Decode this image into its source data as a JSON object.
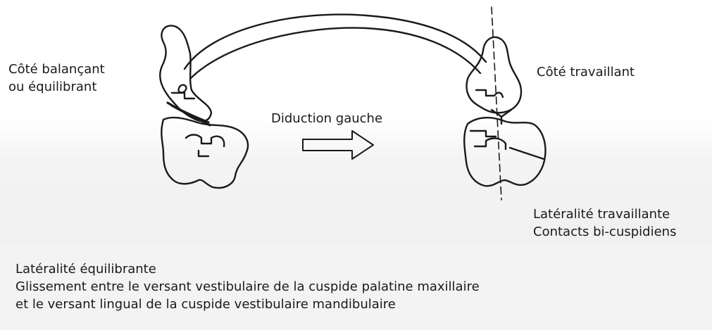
{
  "labels": {
    "balancing_side": [
      "Côté balançant",
      "ou équilibrant"
    ],
    "working_side": "Côté travaillant",
    "movement": "Diduction gauche",
    "working_laterality": [
      "Latéralité travaillante",
      "Contacts bi-cuspidiens"
    ],
    "balancing_laterality": [
      "Latéralité équilibrante",
      "Glissement entre le versant vestibulaire de la cuspide palatine maxillaire",
      "et le versant lingual de la cuspide vestibulaire mandibulaire"
    ]
  },
  "style": {
    "line_color": "#1a1a1a",
    "background": "#ffffff"
  }
}
